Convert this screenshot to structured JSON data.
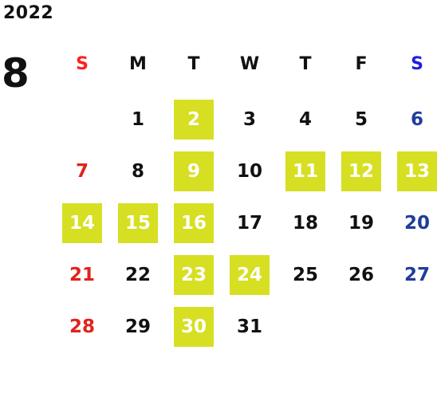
{
  "year": "2022",
  "month": "8",
  "colors": {
    "highlight": "#d6df21",
    "sunday": "#e0231c",
    "saturday": "#1f3d9c",
    "sunday_header": "#ff1f1f",
    "saturday_header": "#1f1fe0",
    "text": "#111111"
  },
  "weekdays": [
    {
      "label": "S",
      "kind": "sun"
    },
    {
      "label": "M",
      "kind": "wk"
    },
    {
      "label": "T",
      "kind": "wk"
    },
    {
      "label": "W",
      "kind": "wk"
    },
    {
      "label": "T",
      "kind": "wk"
    },
    {
      "label": "F",
      "kind": "wk"
    },
    {
      "label": "S",
      "kind": "sat"
    }
  ],
  "weeks": [
    [
      null,
      {
        "day": "1"
      },
      {
        "day": "2",
        "hl": true
      },
      {
        "day": "3"
      },
      {
        "day": "4"
      },
      {
        "day": "5"
      },
      {
        "day": "6"
      }
    ],
    [
      {
        "day": "7"
      },
      {
        "day": "8"
      },
      {
        "day": "9",
        "hl": true
      },
      {
        "day": "10"
      },
      {
        "day": "11",
        "hl": true
      },
      {
        "day": "12",
        "hl": true
      },
      {
        "day": "13",
        "hl": true
      }
    ],
    [
      {
        "day": "14",
        "hl": true
      },
      {
        "day": "15",
        "hl": true
      },
      {
        "day": "16",
        "hl": true
      },
      {
        "day": "17"
      },
      {
        "day": "18"
      },
      {
        "day": "19"
      },
      {
        "day": "20"
      }
    ],
    [
      {
        "day": "21"
      },
      {
        "day": "22"
      },
      {
        "day": "23",
        "hl": true
      },
      {
        "day": "24",
        "hl": true
      },
      {
        "day": "25"
      },
      {
        "day": "26"
      },
      {
        "day": "27"
      }
    ],
    [
      {
        "day": "28"
      },
      {
        "day": "29"
      },
      {
        "day": "30",
        "hl": true
      },
      {
        "day": "31"
      },
      null,
      null,
      null
    ]
  ]
}
